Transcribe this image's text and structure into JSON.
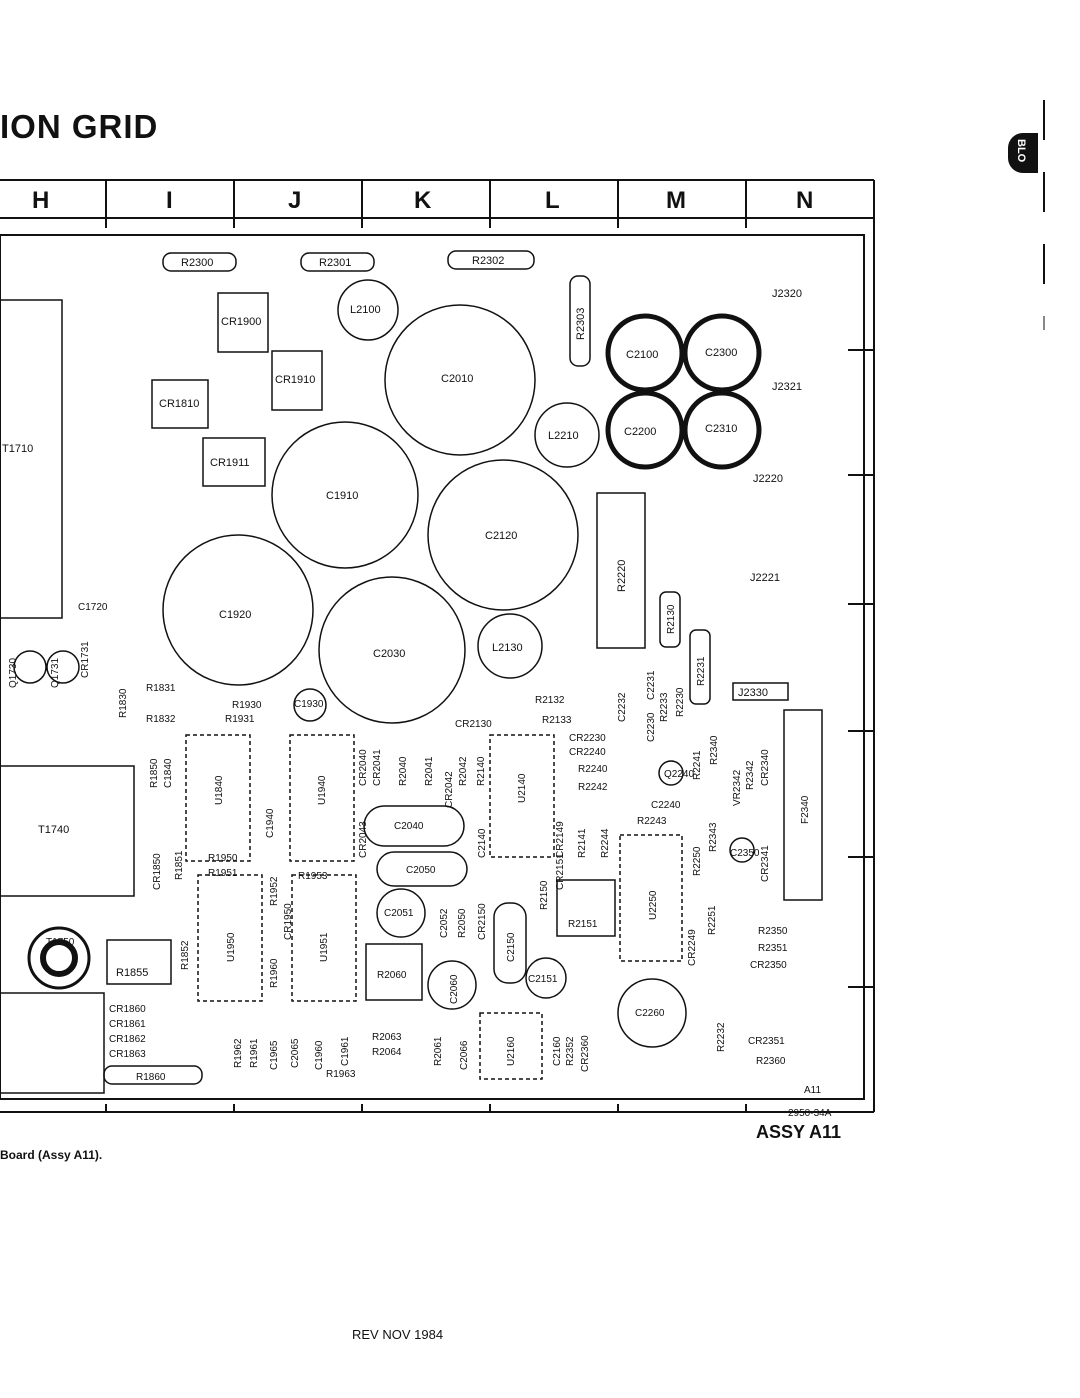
{
  "header": {
    "title": "ION GRID",
    "tab_label": "BLO"
  },
  "grid_columns": [
    "H",
    "I",
    "J",
    "K",
    "L",
    "M",
    "N"
  ],
  "components": {
    "r2300": "R2300",
    "r2301": "R2301",
    "r2302": "R2302",
    "r2303": "R2303",
    "l2100": "L2100",
    "cr1900": "CR1900",
    "cr1910": "CR1910",
    "cr1810": "CR1810",
    "cr1911": "CR1911",
    "c2010": "C2010",
    "c2100": "C2100",
    "c2300": "C2300",
    "c2200": "C2200",
    "c2310": "C2310",
    "j2320": "J2320",
    "j2321": "J2321",
    "j2220": "J2220",
    "j2221": "J2221",
    "l2210": "L2210",
    "t1710": "T1710",
    "c1910": "C1910",
    "c2120": "C2120",
    "r2220": "R2220",
    "c1920": "C1920",
    "c1720": "C1720",
    "c2030": "C2030",
    "l2130": "L2130",
    "r2130": "R2130",
    "r2231": "R2231",
    "j2330": "J2330",
    "r1831": "R1831",
    "r1930": "R1930",
    "c1930": "C1930",
    "r1832": "R1832",
    "r1931": "R1931",
    "r2132": "R2132",
    "r2133": "R2133",
    "cr2130": "CR2130",
    "c2232": "C2232",
    "c2231": "C2231",
    "r2233": "R2233",
    "r2230": "R2230",
    "c2230": "C2230",
    "u1840": "U1840",
    "u1940": "U1940",
    "u2140": "U2140",
    "c1840": "C1840",
    "r1850": "R1850",
    "cr2040": "CR2040",
    "cr2041": "CR2041",
    "r2040": "R2040",
    "r2041": "R2041",
    "r2042": "R2042",
    "r2140": "R2140",
    "cr2042": "CR2042",
    "cr2230": "CR2230",
    "cr2240": "CR2240",
    "r2240": "R2240",
    "r2242": "R2242",
    "q2240": "Q2240",
    "r2241": "R2241",
    "r2340": "R2340",
    "vr2342": "VR2342",
    "r2342": "R2342",
    "cr2340": "CR2340",
    "f2340": "F2340",
    "t1740": "T1740",
    "c1940": "C1940",
    "c2040": "C2040",
    "cr2043": "CR2043",
    "c2140": "C2140",
    "cr2149": "CR2149",
    "r2141": "R2141",
    "r2244": "R2244",
    "c2240": "C2240",
    "r2243": "R2243",
    "r2343": "R2343",
    "r2250": "R2250",
    "c2350": "C2350",
    "cr2341": "CR2341",
    "u2250": "U2250",
    "r1851": "R1851",
    "cr1850": "CR1850",
    "r1950": "R1950",
    "r1951": "R1951",
    "c2050": "C2050",
    "r1953": "R1953",
    "r1952": "R1952",
    "cr1950": "CR1950",
    "c2051": "C2051",
    "c2052": "C2052",
    "r2050": "R2050",
    "cr2150": "CR2150",
    "r2150": "R2150",
    "cr2151": "CR2151",
    "r2151": "R2151",
    "cr2249": "CR2249",
    "r2251": "R2251",
    "r2350": "R2350",
    "r2351": "R2351",
    "cr2350": "CR2350",
    "t1750": "T1750",
    "r1855": "R1855",
    "r1852": "R1852",
    "u1950": "U1950",
    "u1951": "U1951",
    "r1960": "R1960",
    "r2060": "R2060",
    "c2150": "C2150",
    "c2060": "C2060",
    "c2151": "C2151",
    "c2260": "C2260",
    "cr1860": "CR1860",
    "cr1861": "CR1861",
    "cr1862": "CR1862",
    "cr1863": "CR1863",
    "r1962": "R1962",
    "r1961": "R1961",
    "c1965": "C1965",
    "c2065": "C2065",
    "c1960": "C1960",
    "c1961": "C1961",
    "r1963": "R1963",
    "r2063": "R2063",
    "r2064": "R2064",
    "r2061": "R2061",
    "c2066": "C2066",
    "u2160": "U2160",
    "c2160": "C2160",
    "r2352": "R2352",
    "cr2360": "CR2360",
    "r2232": "R2232",
    "cr2351": "CR2351",
    "r2360": "R2360",
    "r1860": "R1860",
    "r1830": "R1830",
    "cr1731": "CR1731",
    "q1730": "Q1730",
    "q1731": "Q1731"
  },
  "board_label": "A11",
  "drawing_number": "2950-34A",
  "assembly": "ASSY A11",
  "caption": "Board (Assy A11).",
  "revision": "REV NOV 1984"
}
